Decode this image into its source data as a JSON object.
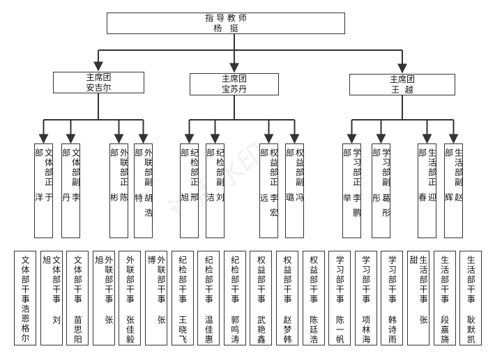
{
  "root": {
    "line1": "指 导 教 师",
    "line2": "杨   挺"
  },
  "watermark": "试用水印",
  "groups": [
    {
      "title": "主席团",
      "name": "安吉尔",
      "leaders": [
        {
          "role": "文体部正部",
          "name": "于 洋"
        },
        {
          "role": "文体部副部",
          "name": "李 丹"
        },
        {
          "role": "外联部正部",
          "name": "陈 彬"
        },
        {
          "role": "外联部副部",
          "name": "胡浩特"
        }
      ]
    },
    {
      "title": "主席团",
      "name": "宝苏丹",
      "leaders": [
        {
          "role": "纪检部正部",
          "name": "邢 旭"
        },
        {
          "role": "纪检部副部",
          "name": "刘 洁"
        },
        {
          "role": "权益部正部",
          "name": "李宏远"
        },
        {
          "role": "权益部副部",
          "name": "冯 璐"
        }
      ]
    },
    {
      "title": "主席团",
      "name": "王  越",
      "leaders": [
        {
          "role": "学习部正部",
          "name": "李鹏举"
        },
        {
          "role": "学习部副部",
          "name": "葛彤彤"
        },
        {
          "role": "生活部正部",
          "name": "迎 春"
        },
        {
          "role": "生活部副部",
          "name": "赵 辉"
        }
      ]
    }
  ],
  "members": [
    "文体部干事浩恩格尔",
    "文体部干事 刘 旭",
    "文体部干事 苗思阳",
    "外联部干事 张 旭",
    "外联部干事 张佳毅",
    "外联部干事 张 博",
    "纪检部干事 王晓飞",
    "纪检部干事 温佳惠",
    "纪检部干事 郭鸣涛",
    "权益部干事 武艳鑫",
    "权益部干事 赵梦韩",
    "权益部干事 陈廷浩",
    "学习部干事 陈一帆",
    "学习部干事 项林海",
    "学习部干事 韩诗雨",
    "生活部干事 张 甜",
    "生活部干事 段嘉旖",
    "生活部干事 耿默凯"
  ]
}
